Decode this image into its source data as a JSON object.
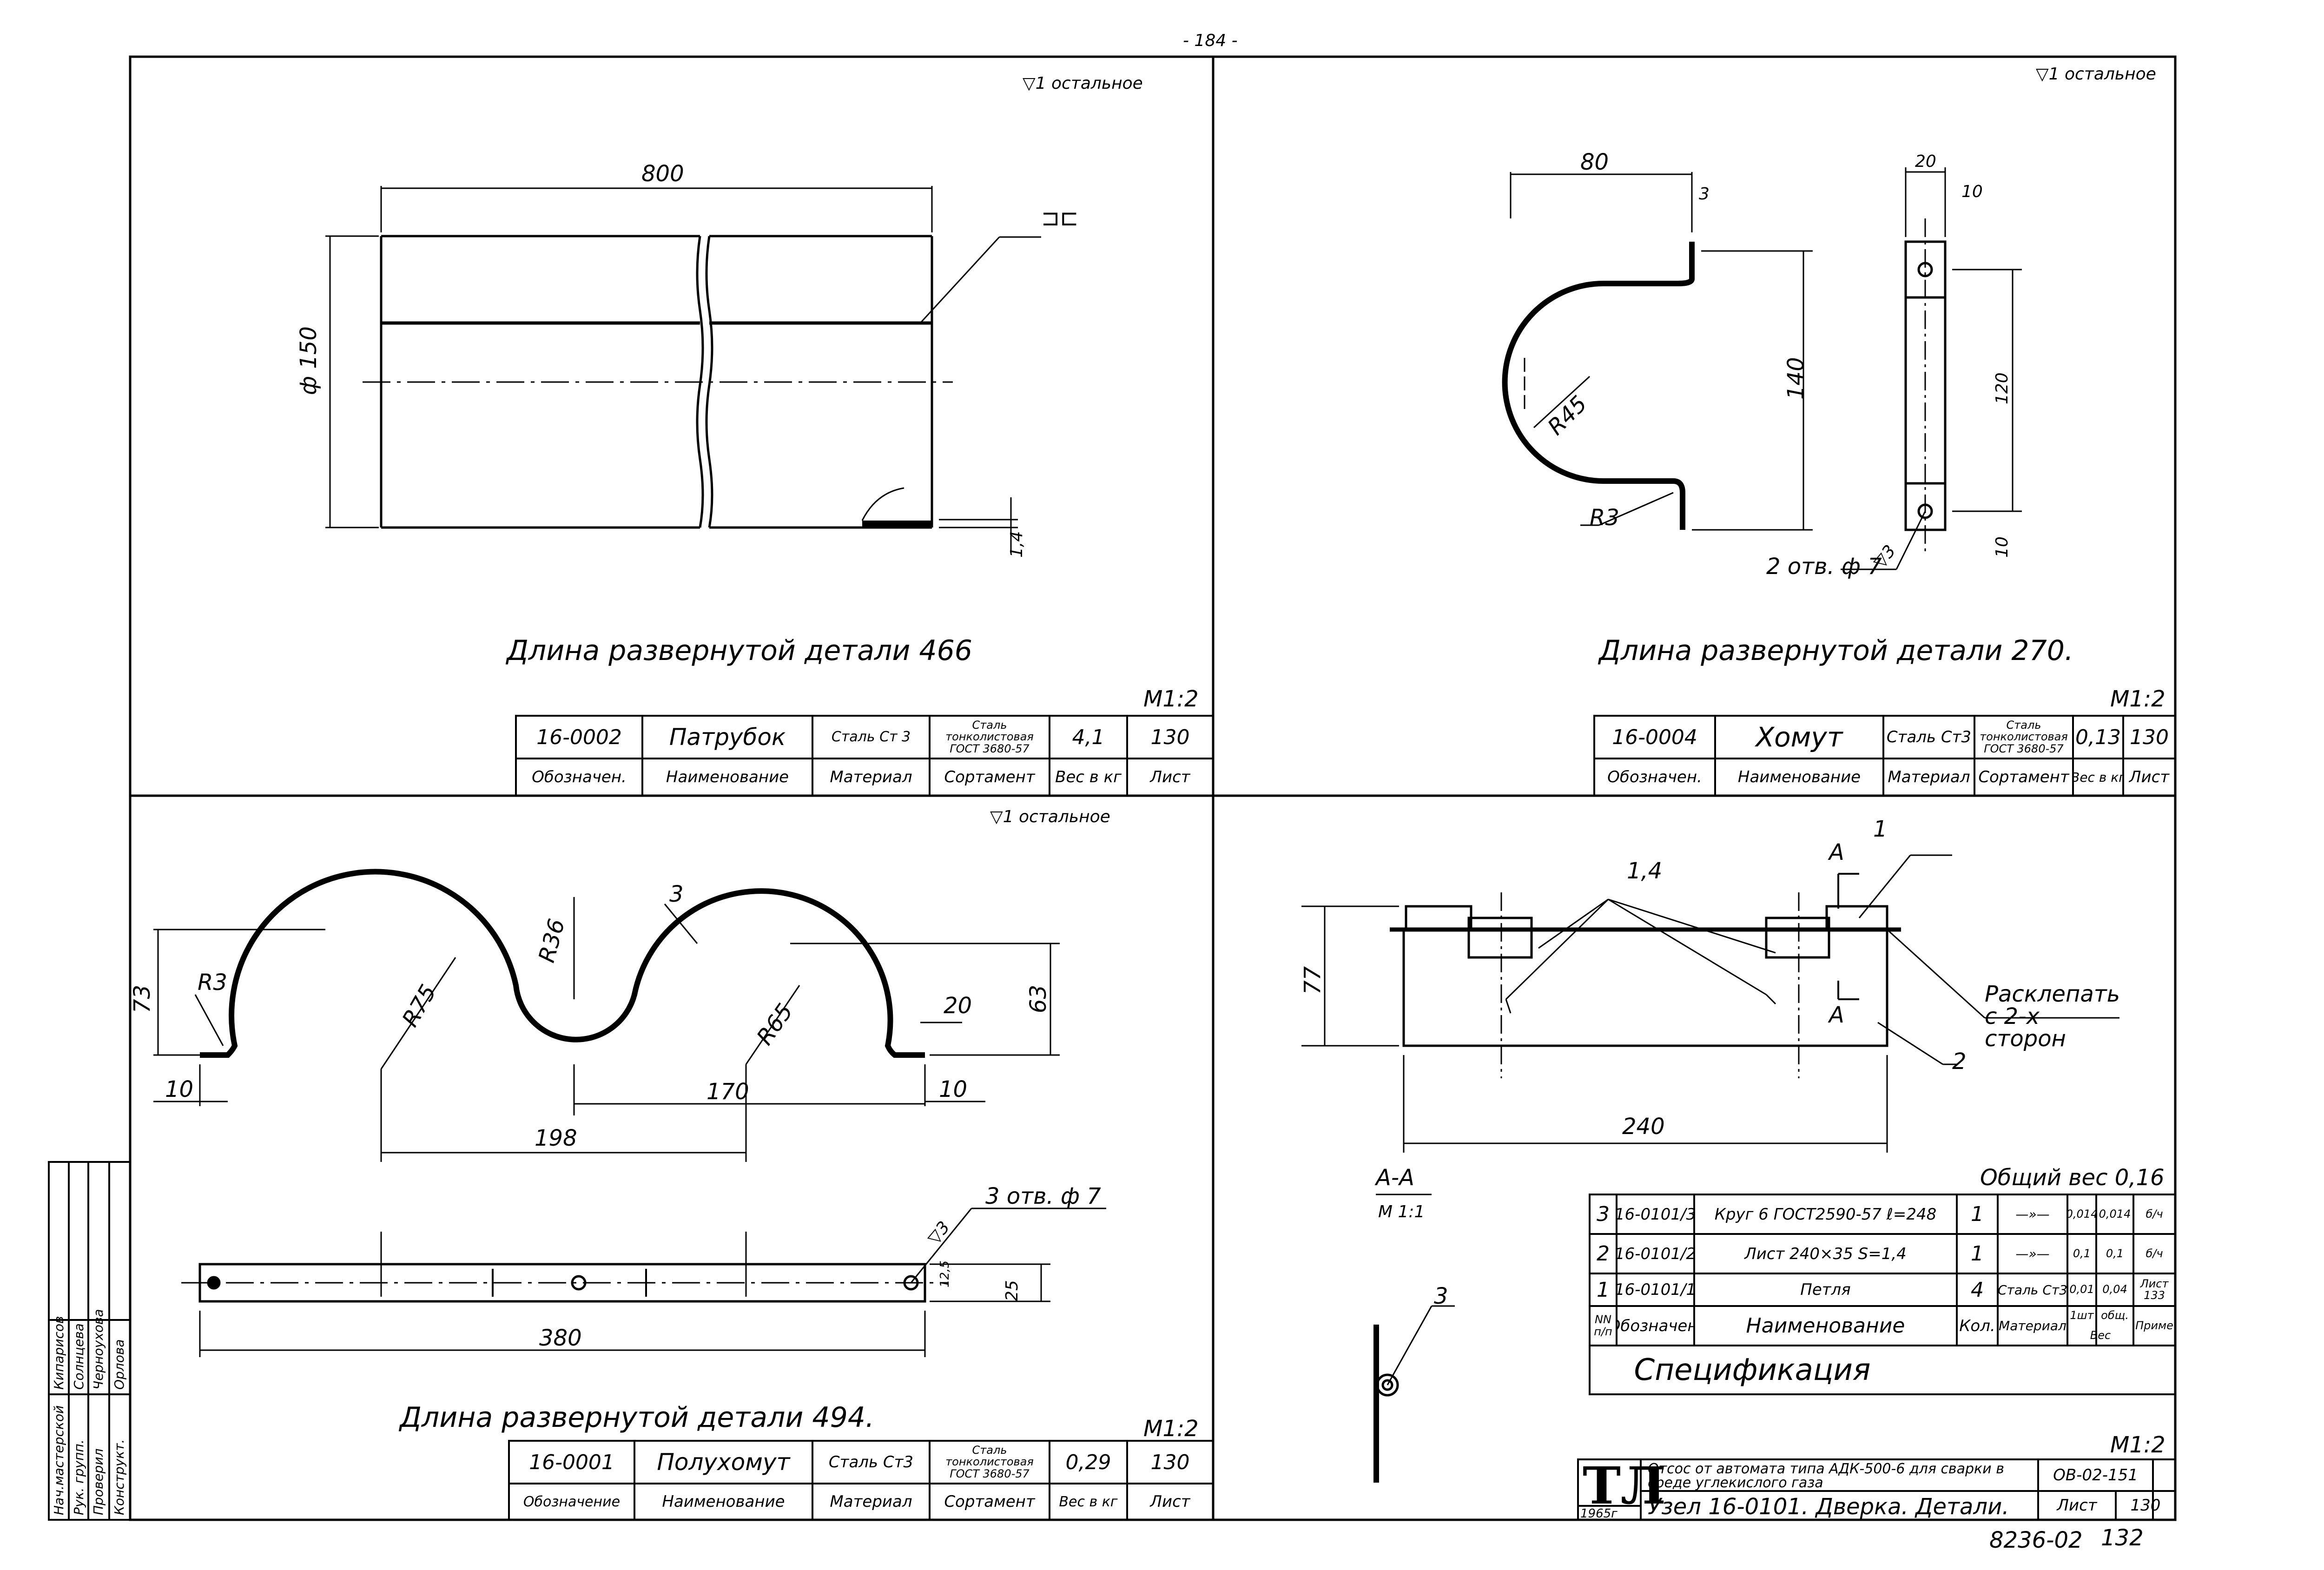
{
  "page_number": "- 184 -",
  "surface_note": "▽1 остальное",
  "scale": "М1:2",
  "detail_patrubok": {
    "dims": {
      "length": "800",
      "diameter": "ф 150",
      "wall": "1,4",
      "weld": "⊐⊏"
    },
    "developed_length": "Длина развернутой детали  466",
    "row": {
      "code": "16-0002",
      "name": "Патрубок",
      "material": "Сталь Ст 3",
      "assortment": "Сталь тонколистовая ГОСТ 3680-57",
      "weight": "4,1",
      "sheet": "130"
    }
  },
  "detail_khomut": {
    "dims": {
      "w": "80",
      "t": "3",
      "h": "140",
      "r": "R45",
      "r_small": "R3",
      "strip_w": "20",
      "hole_offset": "10",
      "hole_dist": "120",
      "holes": "2 отв. ф 7",
      "bottom_offset": "10",
      "roughness": "▽3"
    },
    "developed_length": "Длина развернутой детали  270.",
    "row": {
      "code": "16-0004",
      "name": "Хомут",
      "material": "Сталь Ст3",
      "assortment": "Сталь тонколистовая ГОСТ 3680-57",
      "weight": "0,13",
      "sheet": "130"
    }
  },
  "detail_polukhomut": {
    "dims": {
      "r3": "R3",
      "r75": "R75",
      "r36": "R36",
      "r65": "R65",
      "h73": "73",
      "h63": "63",
      "w20": "20",
      "l10a": "10",
      "l198": "198",
      "l170": "170",
      "l10b": "10",
      "callout": "3",
      "holes": "3 отв.  ф 7",
      "roughness": "▽3",
      "strip_h": "25",
      "hole_off": "12,5",
      "strip_l": "380"
    },
    "developed_length": "Длина развернутой детали  494.",
    "row": {
      "code": "16-0001",
      "name": "Полухомут",
      "material": "Сталь Ст3",
      "assortment": "Сталь тонколистовая ГОСТ 3680-57",
      "weight": "0,29",
      "sheet": "130"
    }
  },
  "table_headers": {
    "code": "Обозначен.",
    "code_alt": "Обозначение",
    "name": "Наименование",
    "material": "Материал",
    "assortment": "Сортамент",
    "weight": "Вес в кг",
    "sheet": "Лист"
  },
  "assembly": {
    "weld": "1,4",
    "section_mark": "А",
    "rivet_note": "Расклепать с 2-х сторон",
    "callout1": "1",
    "callout2": "2",
    "callout3": "3",
    "height": "77",
    "length": "240",
    "section_title": "А-А",
    "section_scale": "М 1:1",
    "total_weight": "Общий вес 0,16"
  },
  "specification": {
    "title": "Спецификация",
    "headers": {
      "num": "NN п/п",
      "code": "Обозначен.",
      "name": "Наименование",
      "qty": "Кол.",
      "material": "Материал",
      "unit": "1шт",
      "total": "общ.",
      "weight": "Вес",
      "note": "Приме"
    },
    "rows": [
      {
        "num": "3",
        "code": "16-0101/3",
        "name": "Круг 6  ГОСТ2590-57  ℓ=248",
        "qty": "1",
        "material": "—»—",
        "unit": "0,014",
        "total": "0,014",
        "note": "б/ч"
      },
      {
        "num": "2",
        "code": "16-0101/2",
        "name": "Лист 240×35 S=1,4",
        "qty": "1",
        "material": "—»—",
        "unit": "0,1",
        "total": "0,1",
        "note": "б/ч"
      },
      {
        "num": "1",
        "code": "16-0101/1",
        "name": "Петля",
        "qty": "4",
        "material": "Сталь Ст3",
        "unit": "0,01",
        "total": "0,04",
        "note": "Лист 133"
      }
    ]
  },
  "title_block": {
    "logo": "ТЛ",
    "year": "1965г",
    "line1": "Отсос от автомата типа АДК-500-6 для сварки в среде углекислого газа",
    "line2": "Узел 16-0101. Дверка. Детали.",
    "doc_code": "ОВ-02-151",
    "sheet_label": "Лист",
    "sheet_no": "130",
    "order": "8236-02",
    "page": "132"
  },
  "stamp": {
    "rows": [
      {
        "role": "Нач.мастерской",
        "name": "Кипарисов"
      },
      {
        "role": "Рук. групп.",
        "name": "Солнцева"
      },
      {
        "role": "Проверил",
        "name": "Черноухова"
      },
      {
        "role": "Конструкт.",
        "name": "Орлова"
      }
    ]
  }
}
